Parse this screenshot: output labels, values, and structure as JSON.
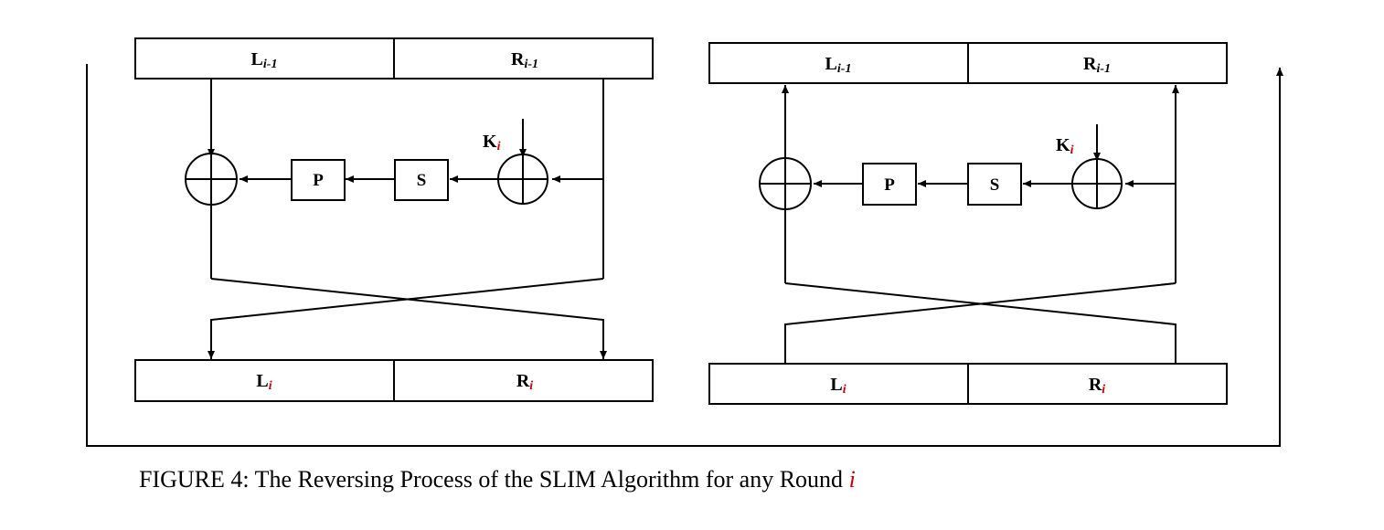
{
  "left_diagram": {
    "top_left": {
      "base": "L",
      "sub": "i-1"
    },
    "top_right": {
      "base": "R",
      "sub": "i-1"
    },
    "bottom_left": {
      "base": "L",
      "sub": "i"
    },
    "bottom_right": {
      "base": "R",
      "sub": "i"
    },
    "key": {
      "base": "K",
      "sub": "i"
    },
    "p_box": "P",
    "s_box": "S"
  },
  "right_diagram": {
    "top_left": {
      "base": "L",
      "sub": "i-1"
    },
    "top_right": {
      "base": "R",
      "sub": "i-1"
    },
    "bottom_left": {
      "base": "L",
      "sub": "i"
    },
    "bottom_right": {
      "base": "R",
      "sub": "i"
    },
    "key": {
      "base": "K",
      "sub": "i"
    },
    "p_box": "P",
    "s_box": "S"
  },
  "caption": {
    "text": "FIGURE 4: The Reversing Process of the SLIM Algorithm for any Round ",
    "italic": "i"
  },
  "colors": {
    "subscript_accent": "#cc0000",
    "line": "#000000"
  }
}
